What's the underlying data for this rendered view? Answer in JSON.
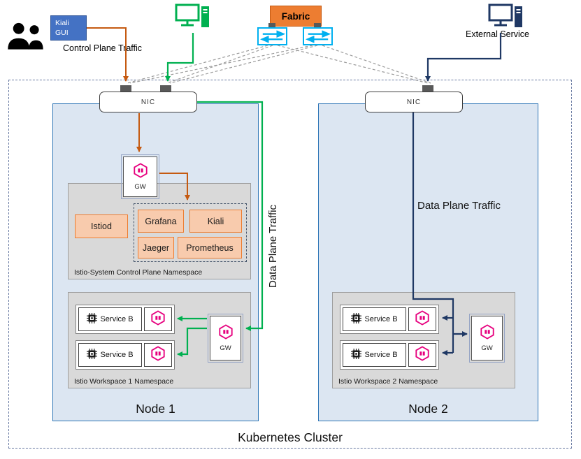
{
  "cluster_title": "Kubernetes Cluster",
  "top": {
    "kiali_gui": "Kiali GUI",
    "control_plane_traffic": "Control Plane Traffic",
    "fabric": "Fabric",
    "external_service": "External Service"
  },
  "labels": {
    "nic": "NIC",
    "gw": "GW",
    "service_b": "Service B",
    "data_plane_traffic": "Data Plane Traffic"
  },
  "node1": {
    "label": "Node 1",
    "control_plane_namespace": {
      "label": "Istio-System Control Plane Namespace",
      "istiod": "Istiod",
      "components": [
        "Grafana",
        "Kiali",
        "Jaeger",
        "Prometheus"
      ]
    },
    "workspace_namespace": {
      "label": "Istio Workspace 1 Namespace"
    }
  },
  "node2": {
    "label": "Node 2",
    "workspace_namespace": {
      "label": "Istio Workspace 2 Namespace"
    }
  },
  "icons": {
    "users": "people-icon",
    "workstation": "workstation-icon",
    "switch": "network-switch-icon",
    "external_service": "external-computer-icon",
    "service_chip": "chip-icon",
    "sidecar_proxy": "sidecar-hexagon-icon"
  },
  "colors": {
    "kiali_blue": "#4472C4",
    "fabric_orange": "#ED7D31",
    "switch_cyan": "#00B0F0",
    "control_plane_arrow": "#C55A11",
    "data_plane_green": "#00B050",
    "data_plane_navy": "#1F3864",
    "component_fill": "#F8CBAD",
    "sidecar_magenta": "#E6007E",
    "node_fill": "#DCE6F2",
    "namespace_fill": "#D9D9D9"
  }
}
